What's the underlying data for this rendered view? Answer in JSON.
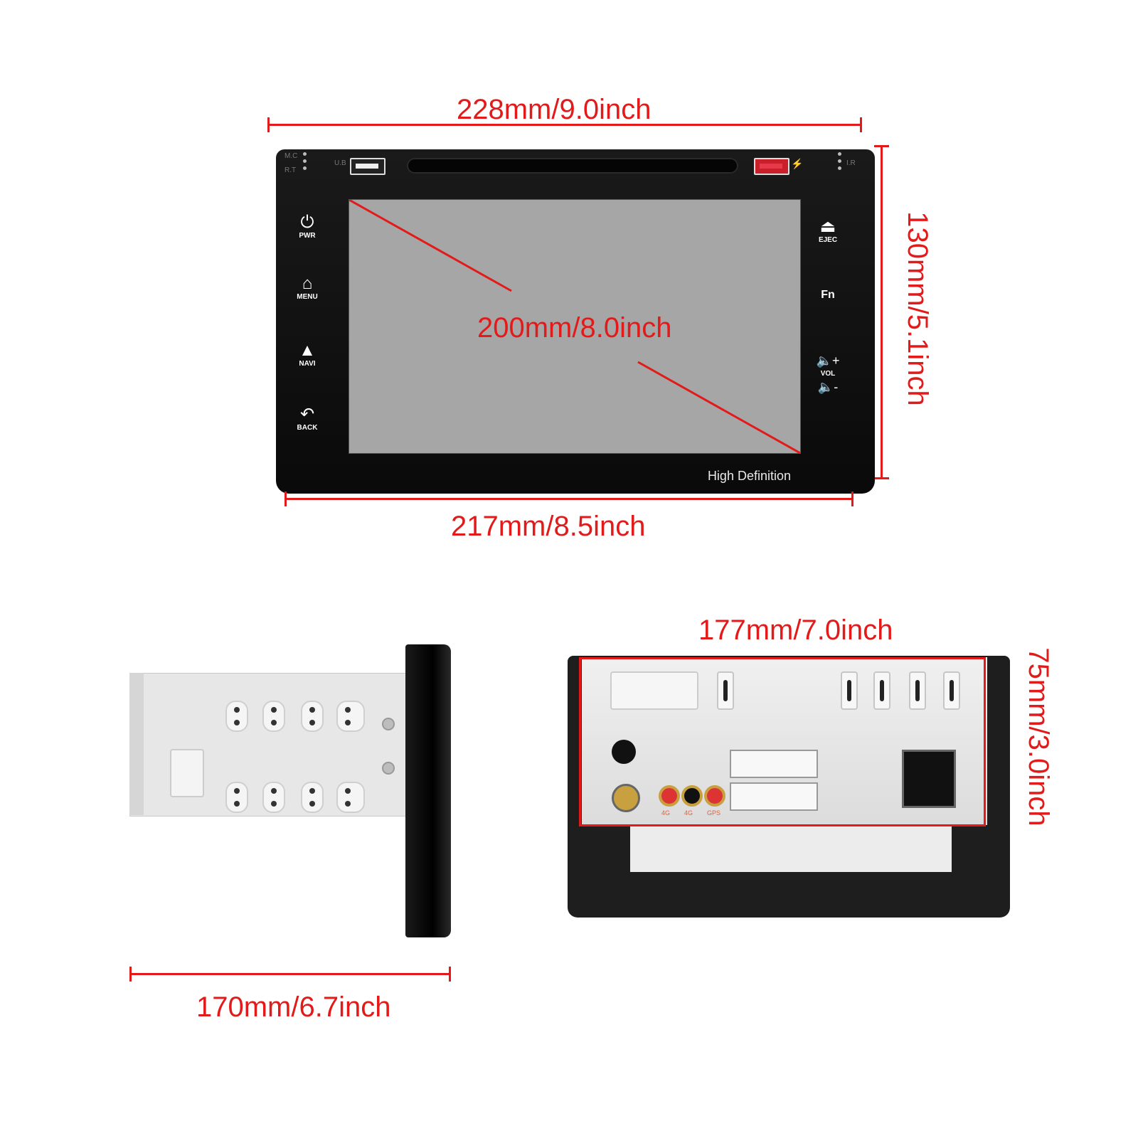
{
  "dimensions": {
    "front_overall_width": "228mm/9.0inch",
    "front_height": "130mm/5.1inch",
    "screen_diagonal": "200mm/8.0inch",
    "front_base_width": "217mm/8.5inch",
    "depth": "170mm/6.7inch",
    "chassis_width": "177mm/7.0inch",
    "chassis_height": "75mm/3.0inch"
  },
  "front_panel": {
    "top_left_labels": [
      "M.C",
      "R.T"
    ],
    "usb_label": "U.B",
    "ir_label": "I.R",
    "screen_caption": "High Definition",
    "left_buttons": [
      {
        "icon": "power-icon",
        "label": "PWR"
      },
      {
        "icon": "home-icon",
        "label": "MENU"
      },
      {
        "icon": "navigation-arrow-icon",
        "label": "NAVI"
      },
      {
        "icon": "back-arrow-icon",
        "label": "BACK"
      }
    ],
    "right_buttons": [
      {
        "icon": "eject-icon",
        "label": "EJEC"
      },
      {
        "icon": "",
        "label": "Fn"
      },
      {
        "icon": "volume-up-icon",
        "label": "VOL"
      }
    ]
  },
  "rear_panel": {
    "antenna_labels": [
      "4G",
      "4G",
      "GPS"
    ]
  },
  "colors": {
    "dimension_red": "#e31a1a",
    "bezel": "#111111",
    "screen": "#a6a6a6"
  }
}
